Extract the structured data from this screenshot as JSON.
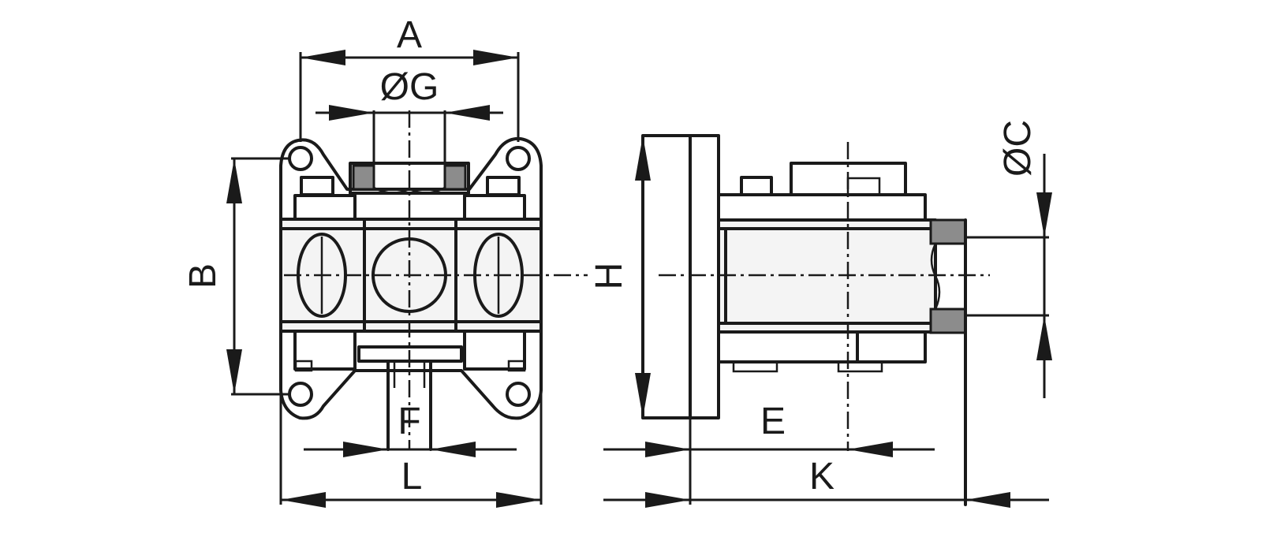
{
  "labels": {
    "A": "A",
    "G": "ØG",
    "B": "B",
    "H": "H",
    "C": "ØC",
    "F": "F",
    "L": "L",
    "E": "E",
    "K": "K"
  },
  "colors": {
    "line": "#1a1a1a",
    "hatch": "#8c8c8c",
    "background": "#ffffff"
  }
}
